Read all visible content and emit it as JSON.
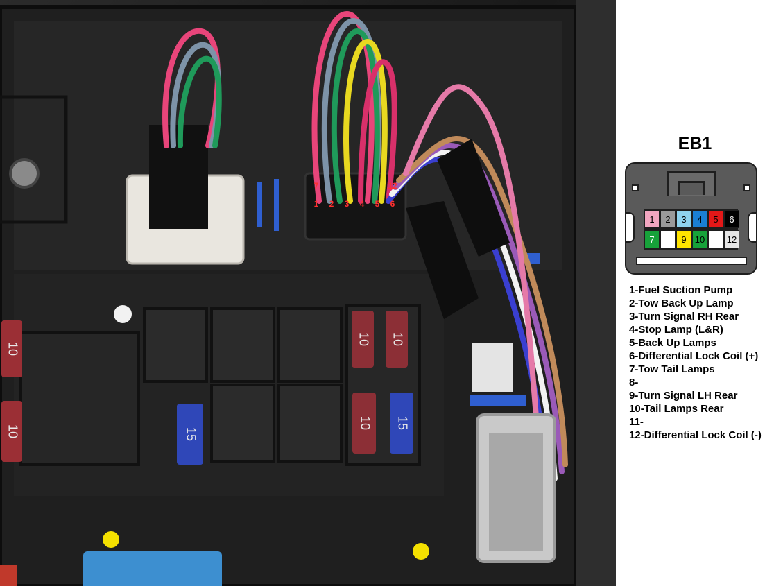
{
  "connector": {
    "title": "EB1",
    "pins": [
      {
        "num": "1",
        "color": "#f2a6c0",
        "text_color": "#000000"
      },
      {
        "num": "2",
        "color": "#9a9a9a",
        "text_color": "#000000"
      },
      {
        "num": "3",
        "color": "#8fd3ee",
        "text_color": "#000000"
      },
      {
        "num": "4",
        "color": "#1a7fd4",
        "text_color": "#000000"
      },
      {
        "num": "5",
        "color": "#e31818",
        "text_color": "#000000"
      },
      {
        "num": "6",
        "color": "#000000",
        "text_color": "#ffffff"
      },
      {
        "num": "7",
        "color": "#17a23a",
        "text_color": "#ffffff"
      },
      {
        "num": "",
        "color": "#ffffff",
        "text_color": "#000000"
      },
      {
        "num": "9",
        "color": "#ffe400",
        "text_color": "#000000"
      },
      {
        "num": "10",
        "color": "#17a23a",
        "text_color": "#000000"
      },
      {
        "num": "",
        "color": "#ffffff",
        "text_color": "#000000"
      },
      {
        "num": "12",
        "color": "#e6e6e6",
        "text_color": "#000000"
      }
    ]
  },
  "pin_descriptions": [
    "1-Fuel Suction Pump",
    "2-Tow Back Up Lamp",
    "3-Turn Signal RH Rear",
    "4-Stop Lamp (L&R)",
    "5-Back Up Lamps",
    "6-Differential Lock Coil (+)",
    "7-Tow Tail Lamps",
    "8-",
    "9-Turn Signal LH Rear",
    "10-Tail Lamps Rear",
    "11-",
    "12-Differential Lock Coil (-)"
  ],
  "photo": {
    "fuse_labels": [
      "10",
      "10",
      "10",
      "10",
      "15",
      "15",
      "10"
    ],
    "connector_pin_labels_top": [
      "7",
      "12"
    ],
    "connector_pin_labels_bottom": [
      "1",
      "2",
      "3",
      "4",
      "5",
      "6"
    ],
    "wire_colors": [
      "#e8457a",
      "#7d93a8",
      "#1f9a5a",
      "#e8d820",
      "#d8306a",
      "#3a3fd0",
      "#f2f2f2",
      "#9a5ab8",
      "#c08a5a",
      "#e57aa8"
    ]
  }
}
